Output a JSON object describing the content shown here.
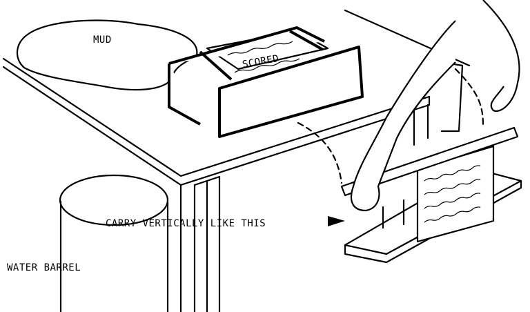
{
  "labels": {
    "mud": "MUD",
    "scored": "SCORED",
    "carry": "CARRY VERTICALLY LIKE THIS",
    "water_barrel": "WATER BARREL"
  }
}
